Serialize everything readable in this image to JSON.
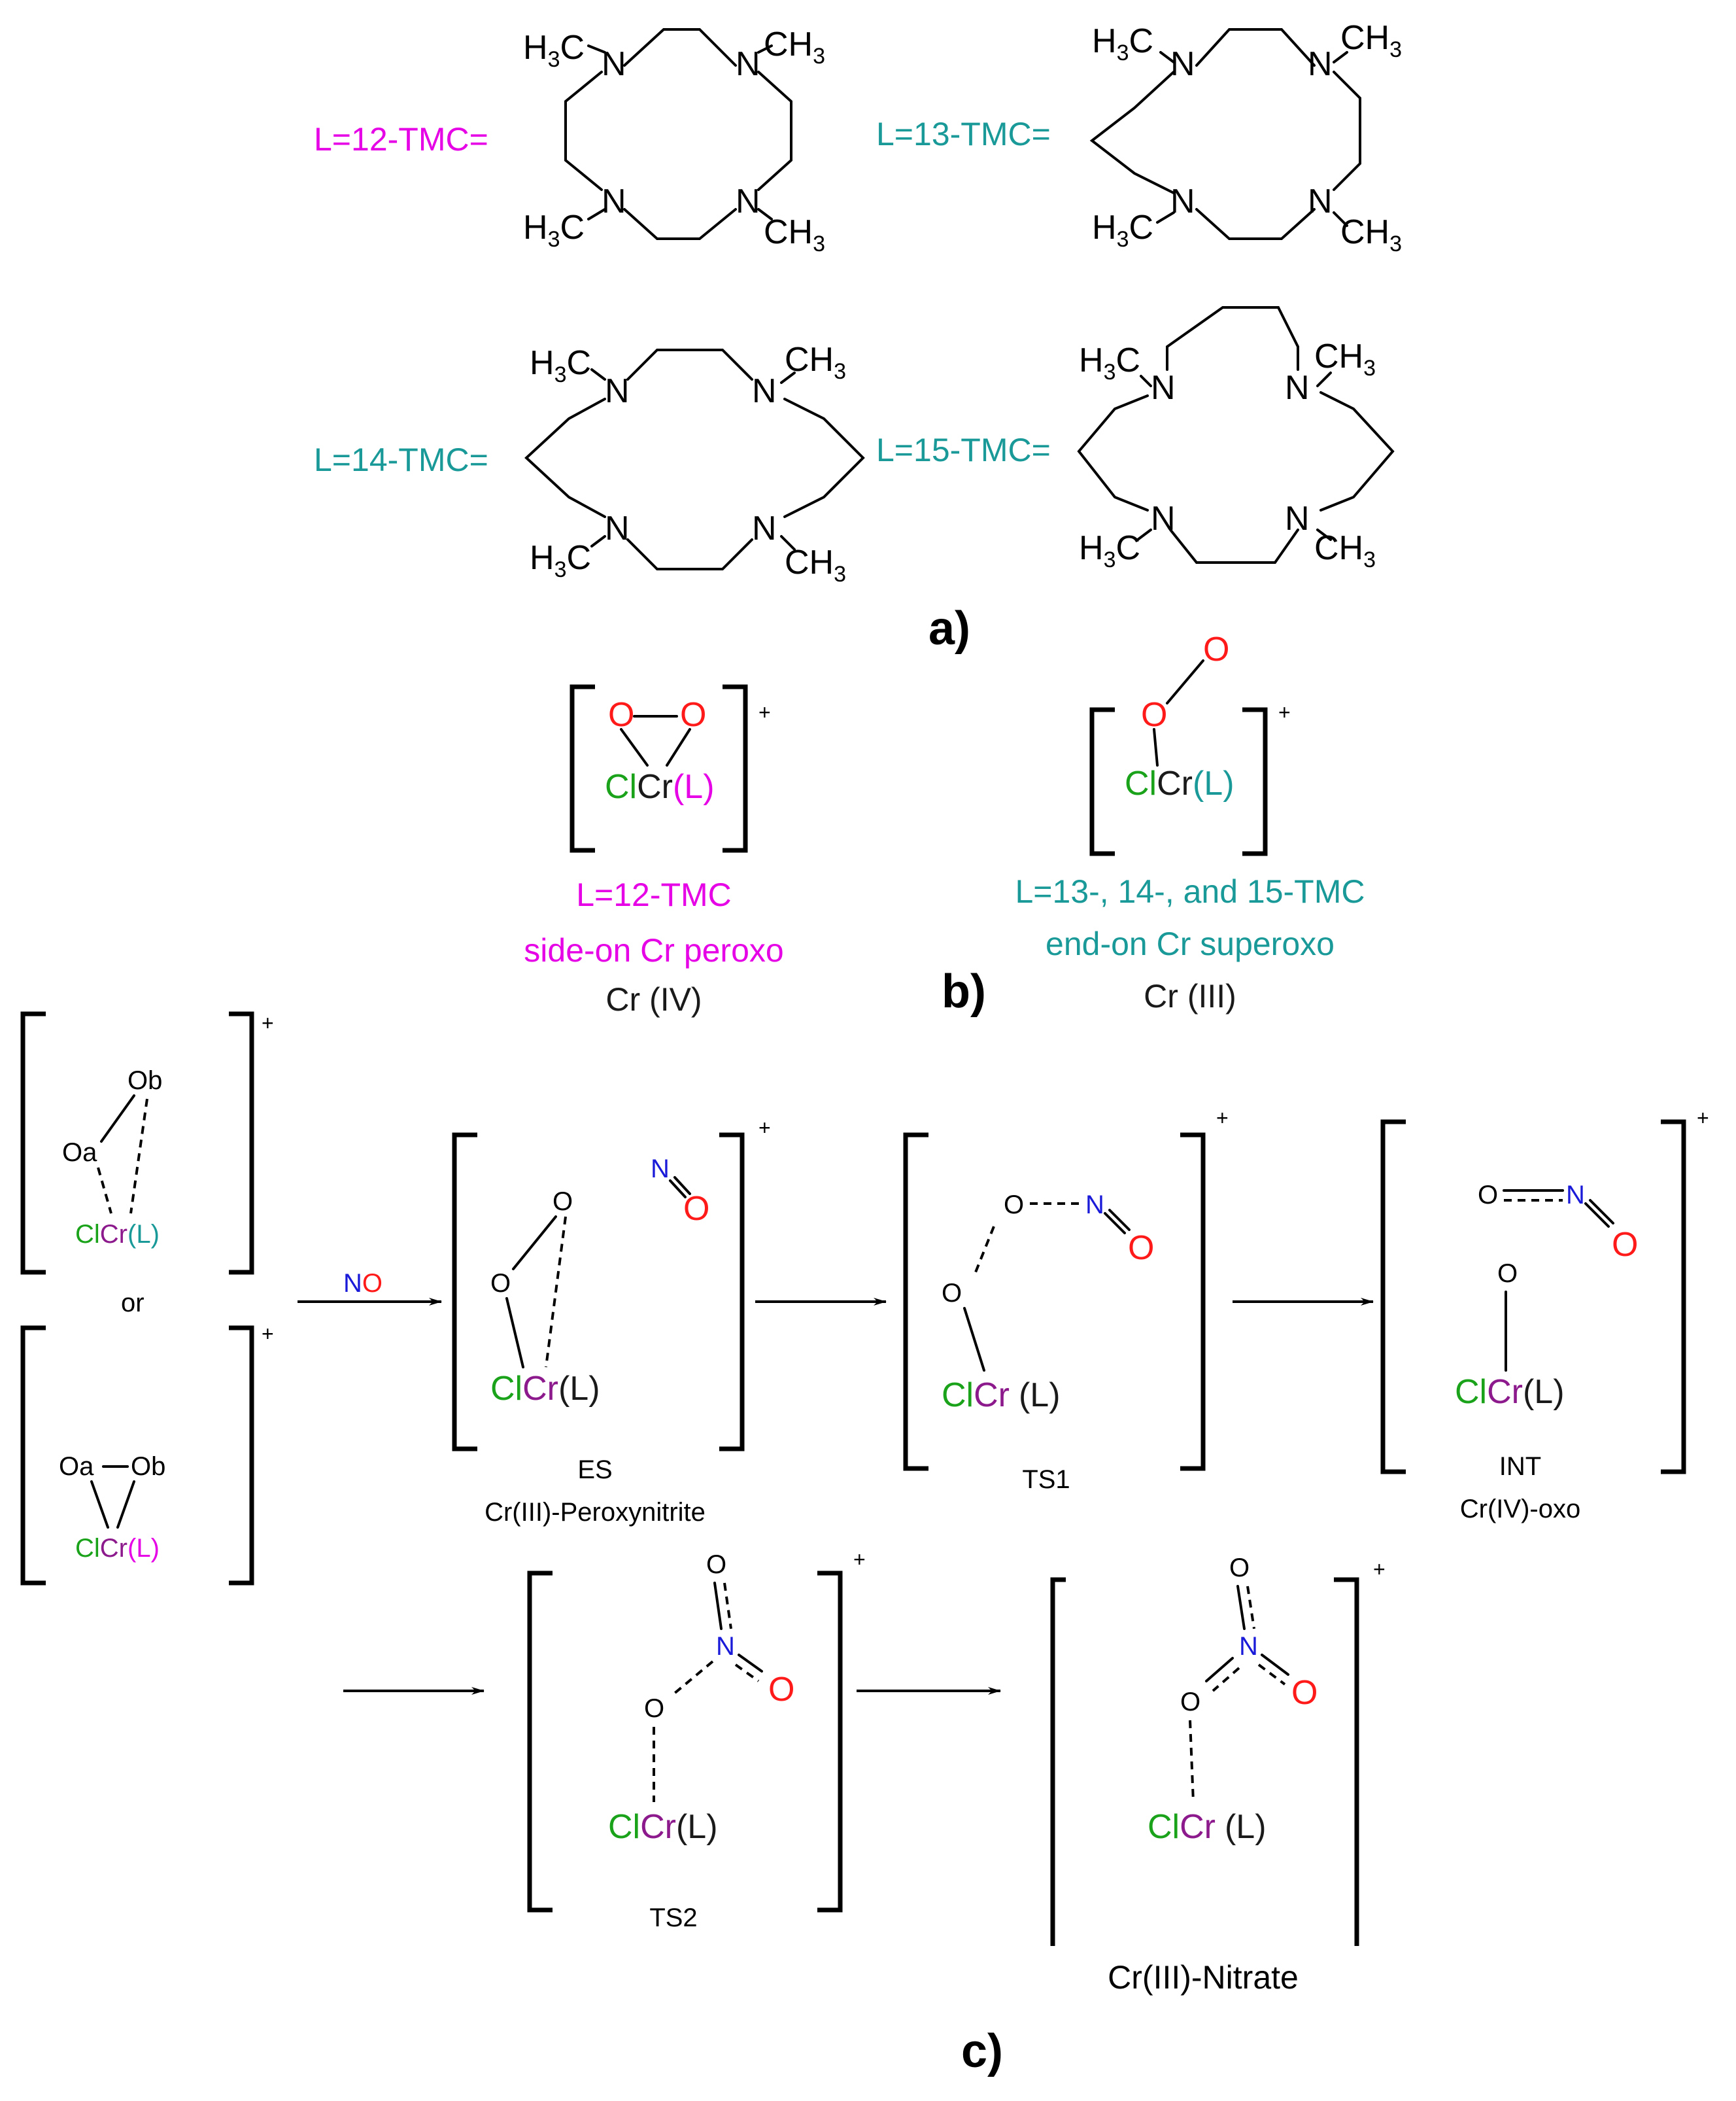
{
  "colors": {
    "magenta": "#e600e6",
    "teal": "#1a9999",
    "green": "#1aa31a",
    "purple": "#8c1a8c",
    "red": "#ff1a1a",
    "blue": "#1a1ad9",
    "black": "#1a1a1a"
  },
  "panel_a": {
    "label": "a)",
    "l12": "L=12-TMC=",
    "l13": "L=13-TMC=",
    "l14": "L=14-TMC=",
    "l15": "L=15-TMC="
  },
  "atoms": {
    "n": "N",
    "h3": "H",
    "three": "3",
    "c": "C",
    "ch": "CH",
    "o": "O",
    "oa": "Oa",
    "ob": "Ob",
    "cl": "Cl",
    "cr": "Cr",
    "l": "(L)",
    "plus": "+"
  },
  "panel_b": {
    "label": "b)",
    "left_line1": "L=12-TMC",
    "left_line2": "side-on Cr peroxo",
    "left_line3": "Cr (IV)",
    "right_line1": "L=13-, 14-, and 15-TMC",
    "right_line2": "end-on Cr superoxo",
    "right_line3": "Cr (III)"
  },
  "panel_c": {
    "label": "c)",
    "or": "or",
    "reagent_n": "N",
    "reagent_o": "O",
    "es_name": "ES",
    "es_desc": "Cr(III)-Peroxynitrite",
    "ts1_name": "TS1",
    "int_name": "INT",
    "int_desc": "Cr(IV)-oxo",
    "ts2_name": "TS2",
    "product_desc": "Cr(III)-Nitrate"
  }
}
